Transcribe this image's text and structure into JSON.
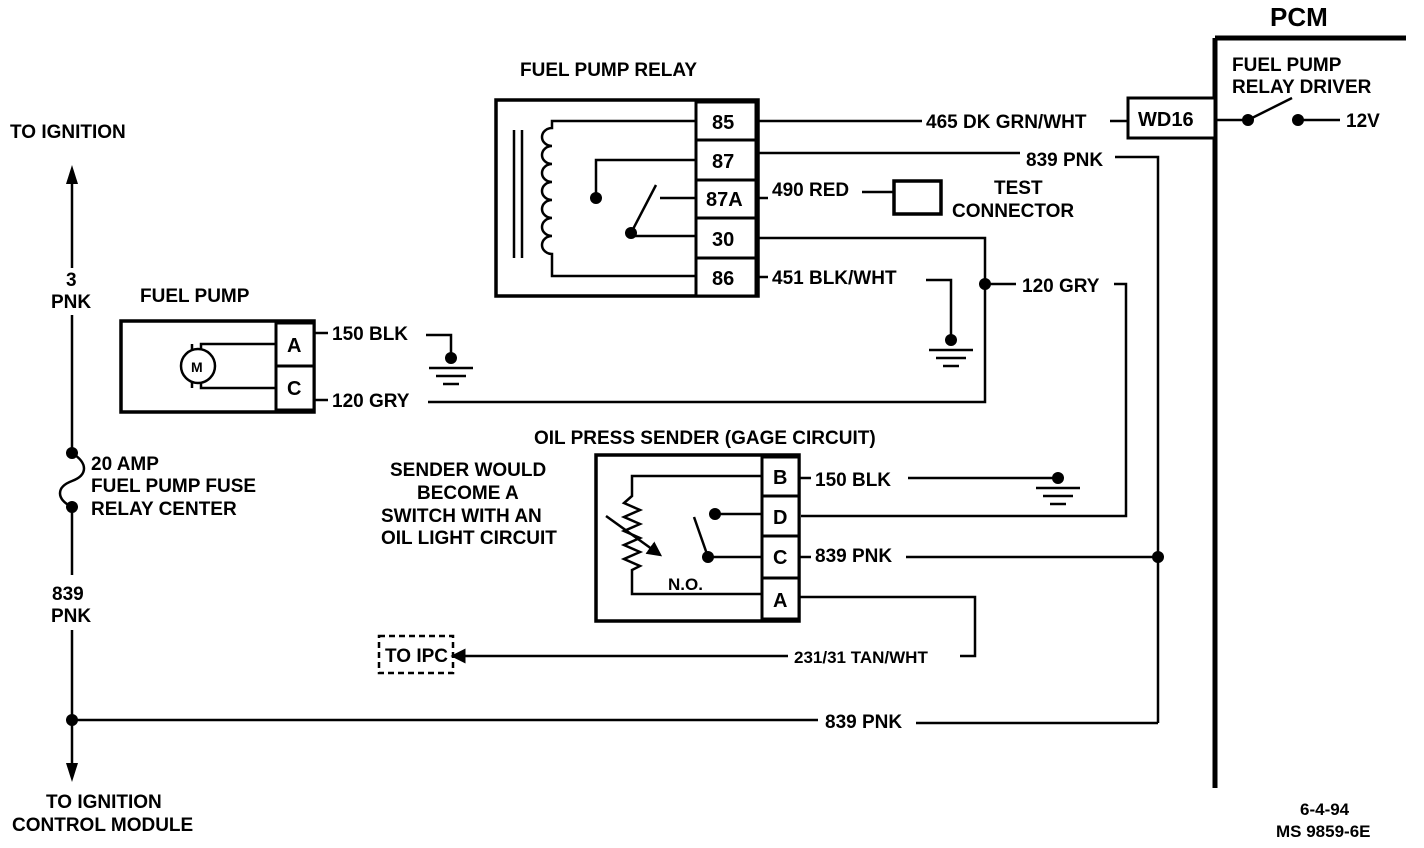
{
  "pcm": {
    "title": "PCM",
    "driver_line1": "FUEL PUMP",
    "driver_line2": "RELAY DRIVER",
    "voltage": "12V",
    "terminal": "WD16"
  },
  "fuel_pump_relay": {
    "title": "FUEL PUMP RELAY",
    "pins": [
      "85",
      "87",
      "87A",
      "30",
      "86"
    ]
  },
  "fuel_pump": {
    "title": "FUEL PUMP",
    "motor": "M",
    "pins": [
      "A",
      "C"
    ]
  },
  "oil_sender": {
    "title": "OIL PRESS SENDER  (GAGE CIRCUIT)",
    "pins": [
      "B",
      "D",
      "C",
      "A"
    ],
    "switch_state": "N.O.",
    "note": [
      "SENDER WOULD",
      "BECOME A",
      "SWITCH WITH AN",
      "OIL LIGHT CIRCUIT"
    ]
  },
  "test_connector": [
    "TEST",
    "CONNECTOR"
  ],
  "wires": {
    "w465": "465 DK GRN/WHT",
    "w839_top": "839 PNK",
    "w490": "490 RED",
    "w451": "451 BLK/WHT",
    "w120_top": "120 GRY",
    "w150_pump": "150 BLK",
    "w120_pump": "120 GRY",
    "w150_sender": "150 BLK",
    "w839_sender": "839 PNK",
    "w231": "231/31 TAN/WHT",
    "w839_bottom": "839 PNK"
  },
  "left_circuit": {
    "to_ignition": "TO IGNITION",
    "w3_num": "3",
    "w3_color": "PNK",
    "fuse": [
      "20 AMP",
      "FUEL PUMP FUSE",
      "RELAY CENTER"
    ],
    "w839_num": "839",
    "w839_color": "PNK",
    "to_icm": [
      "TO IGNITION",
      "CONTROL MODULE"
    ]
  },
  "to_ipc": "TO IPC",
  "footer": {
    "date": "6-4-94",
    "code": "MS 9859-6E"
  }
}
